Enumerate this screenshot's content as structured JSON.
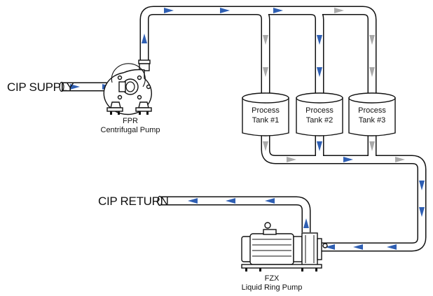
{
  "labels": {
    "cip_supply": "CIP SUPPLY",
    "cip_return": "CIP RETURN",
    "fpr_line1": "FPR",
    "fpr_line2": "Centrifugal Pump",
    "fzx_line1": "FZX",
    "fzx_line2": "Liquid Ring Pump"
  },
  "tanks": [
    {
      "line1": "Process",
      "line2": "Tank #1"
    },
    {
      "line1": "Process",
      "line2": "Tank #2"
    },
    {
      "line1": "Process",
      "line2": "Tank #3"
    }
  ],
  "colors": {
    "flow_active": "#2f5fb3",
    "flow_inactive": "#a9a9a9",
    "outline": "#111111"
  },
  "icons": {
    "flow_marker": "triangle-arrow-icon"
  }
}
